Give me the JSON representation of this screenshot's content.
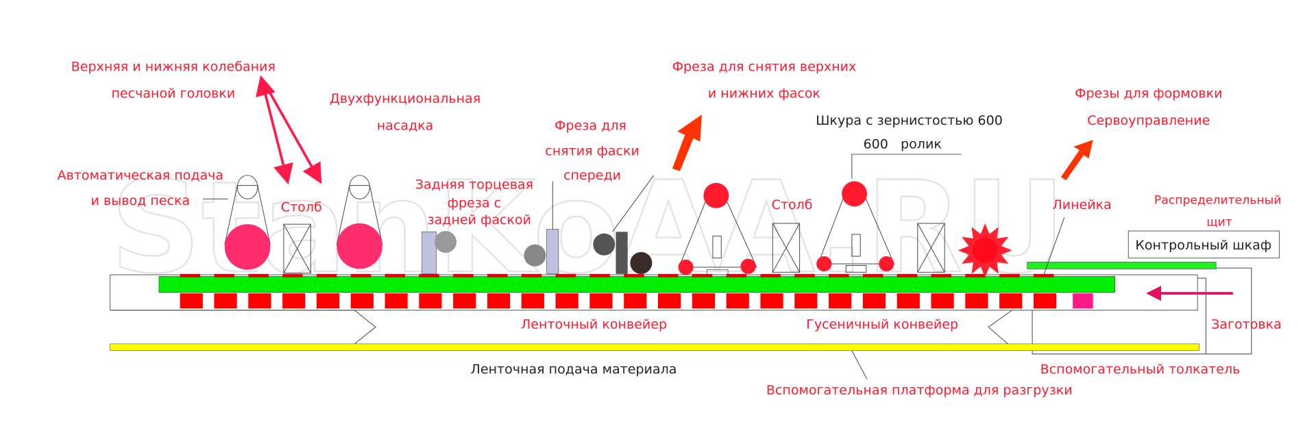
{
  "watermark": "StanKoAA.RU",
  "colors": {
    "label": "#ff1a2e",
    "conveyor_green": "#00ee00",
    "conveyor_red": "#ff0000",
    "feed_yellow": "#ffff00",
    "sanding_head": "#ff2d6e",
    "arrow_orange": "#ff3300",
    "arrow_magenta": "#e0115f"
  },
  "labels": {
    "oscillation_1": "Верхняя и нижняя колебания",
    "oscillation_2": "песчаной головки",
    "dual_1": "Двухфункциональная",
    "dual_2": "насадка",
    "front_1": "Фреза для",
    "front_2": "снятия фаски",
    "front_3": "спереди",
    "rear_1": "Задняя торцевая",
    "rear_2": "фреза с",
    "rear_3": "задней фаской",
    "auto_1": "Автоматическая подача",
    "auto_2": "и вывод песка",
    "post_1": "Столб",
    "post_2": "Столб",
    "topbottom_1": "Фреза для снятия верхних",
    "topbottom_2": "и нижних фасок",
    "sand_1": "Шкура с зернистостью 600",
    "sand_2": "600   ролик",
    "forming_1": "Фрезы для формовки",
    "forming_2": "Сервоуправление",
    "ruler": "Линейка",
    "dist_1": "Распределительный",
    "dist_2": "щит",
    "control_cabinet": "Контрольный шкаф",
    "belt_conveyor": "Ленточный конвейер",
    "track_conveyor": "Гусеничный конвейер",
    "workpiece": "Заготовка",
    "belt_feed": "Ленточная подача материала",
    "pusher": "Вспомогательный толкатель",
    "platform": "Вспомогательная платформа для разгрузки"
  }
}
